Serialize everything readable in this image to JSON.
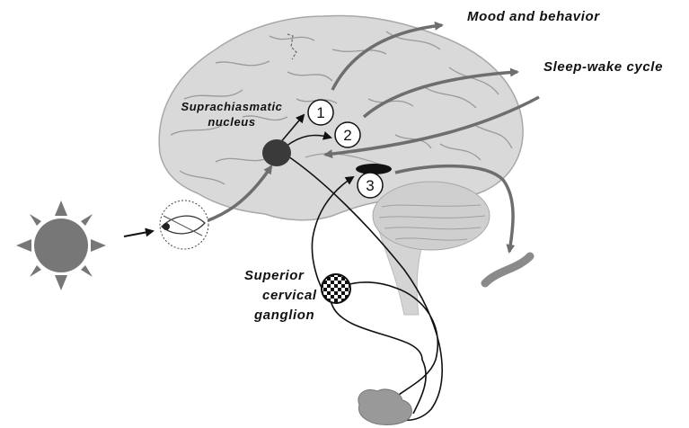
{
  "labels": {
    "mood": "Mood and behavior",
    "sleep": "Sleep-wake cycle",
    "scn_line1": "Suprachiasmatic",
    "scn_line2": "nucleus",
    "scg_line1": "Superior",
    "scg_line2": "cervical",
    "scg_line3": "ganglion"
  },
  "markers": [
    "1",
    "2",
    "3"
  ],
  "colors": {
    "brain_fill": "#d9d9d9",
    "brain_sulci": "#9a9a9a",
    "arrow_gray": "#6e6e6e",
    "sun": "#777777",
    "nerve": "#111111"
  },
  "icons": [
    "sun-icon",
    "eye-icon",
    "brain",
    "pineal-gland",
    "spinal-cord",
    "ganglion-checkered-disc",
    "gut-organ"
  ]
}
